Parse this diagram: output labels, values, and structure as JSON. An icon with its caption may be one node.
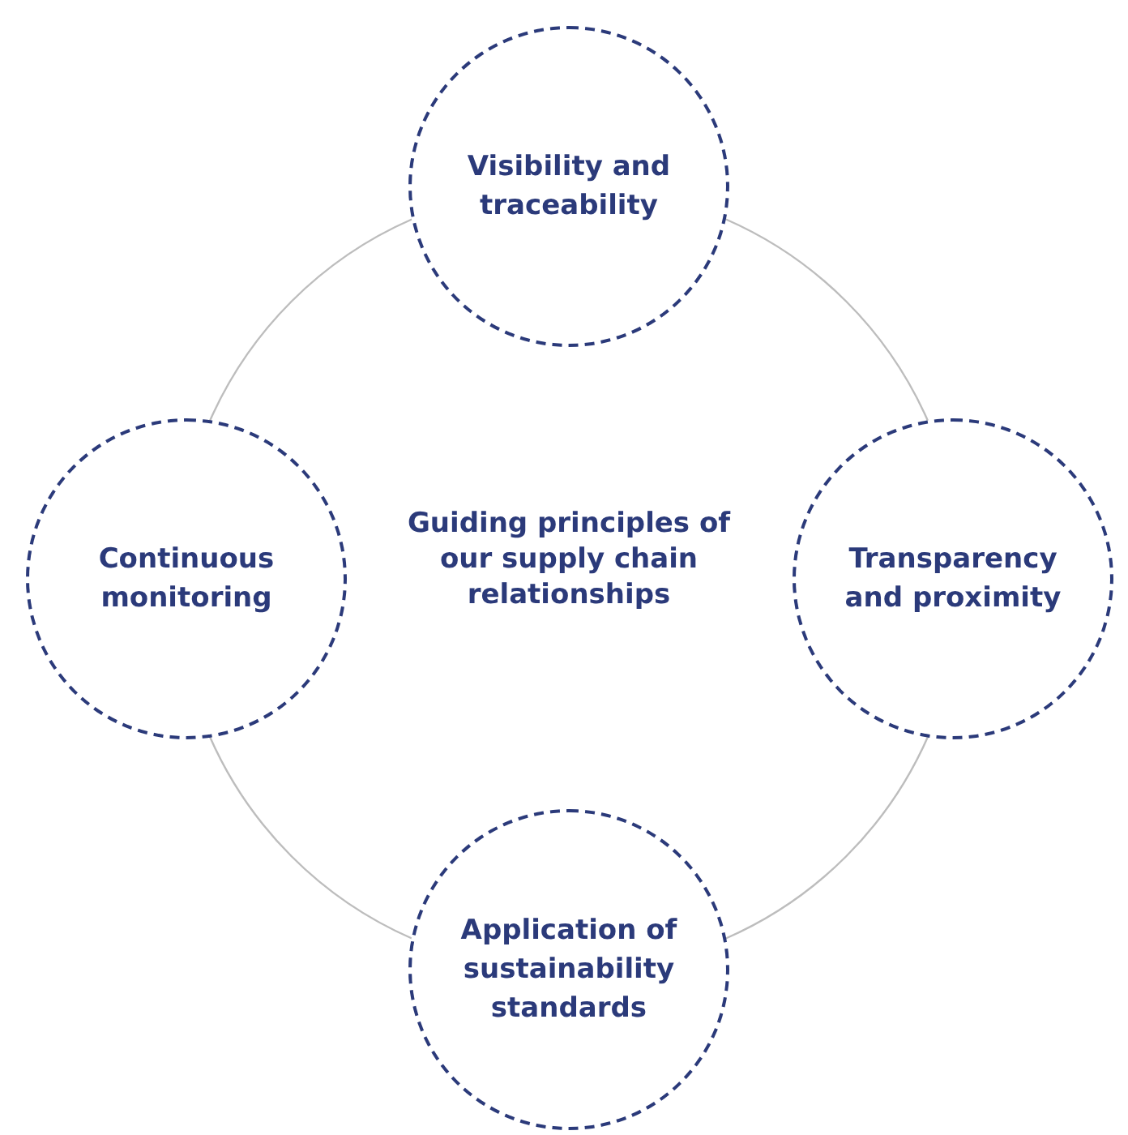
{
  "diagram": {
    "nodes": [
      {
        "text": [
          "Visibility and traceability"
        ]
      },
      {
        "text": [
          "Continuous monitoring"
        ]
      },
      {
        "text": [
          "Transparency and proximity"
        ]
      },
      {
        "text": [
          "Application of sustainability standards"
        ]
      }
    ],
    "edges": [
      {
        "from": 0,
        "to": 2,
        "arrow": "none"
      },
      {
        "from": 2,
        "to": 3,
        "arrow": "none"
      },
      {
        "from": 3,
        "to": 1,
        "arrow": "none"
      },
      {
        "from": 1,
        "to": 0,
        "arrow": "none"
      }
    ],
    "labels": [
      "Guiding principles of our supply chain relationships"
    ]
  }
}
